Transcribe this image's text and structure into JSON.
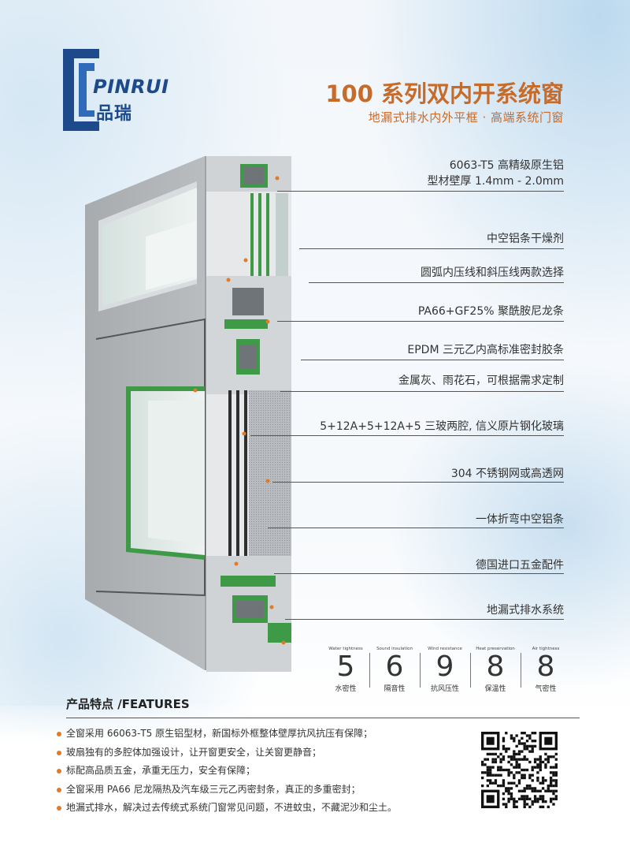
{
  "brand": {
    "name_en": "PINRUI",
    "name_cn": "品瑞"
  },
  "header": {
    "title": "100 系列双内开系统窗",
    "subtitle": "地漏式排水内外平框 · 高端系统门窗"
  },
  "colors": {
    "accent": "#c76b2b",
    "brand_blue": "#1d4a8a",
    "bullet": "#e07b2a",
    "seal_green": "#3f9a48"
  },
  "callouts": [
    {
      "lines": [
        "6063-T5 高精级原生铝",
        "型材壁厚 1.4mm - 2.0mm"
      ]
    },
    {
      "lines": [
        "中空铝条干燥剂"
      ]
    },
    {
      "lines": [
        "圆弧内压线和斜压线两款选择"
      ]
    },
    {
      "lines": [
        "PA66+GF25% 聚酰胺尼龙条"
      ]
    },
    {
      "lines": [
        "EPDM 三元乙内高标准密封胶条"
      ]
    },
    {
      "lines": [
        "金属灰、雨花石，可根据需求定制"
      ]
    },
    {
      "lines": [
        "5+12A+5+12A+5 三玻两腔, 信义原片钢化玻璃"
      ]
    },
    {
      "lines": [
        "304 不锈钢网或高透网"
      ]
    },
    {
      "lines": [
        "一体折弯中空铝条"
      ]
    },
    {
      "lines": [
        "德国进口五金配件"
      ]
    },
    {
      "lines": [
        "地漏式排水系统"
      ]
    }
  ],
  "performance": [
    {
      "en": "Water tightness",
      "value": "5",
      "cn": "水密性"
    },
    {
      "en": "Sound insulation",
      "value": "6",
      "cn": "隔音性"
    },
    {
      "en": "Wind resistance",
      "value": "9",
      "cn": "抗风压性"
    },
    {
      "en": "Heat preservation",
      "value": "8",
      "cn": "保温性"
    },
    {
      "en": "Air tightness",
      "value": "8",
      "cn": "气密性"
    }
  ],
  "features": {
    "title": "产品特点 /FEATURES",
    "items": [
      "全窗采用 66063-T5 原生铝型材，新国标外框整体壁厚抗风抗压有保障；",
      "玻扇独有的多腔体加强设计，让开窗更安全，让关窗更静音；",
      "标配高品质五金，承重无压力，安全有保障；",
      "全窗采用 PA66 尼龙隔热及汽车级三元乙丙密封条，真正的多重密封；",
      "地漏式排水，解决过去传统式系统门窗常见问题，不进蚊虫，不藏泥沙和尘土。"
    ]
  }
}
